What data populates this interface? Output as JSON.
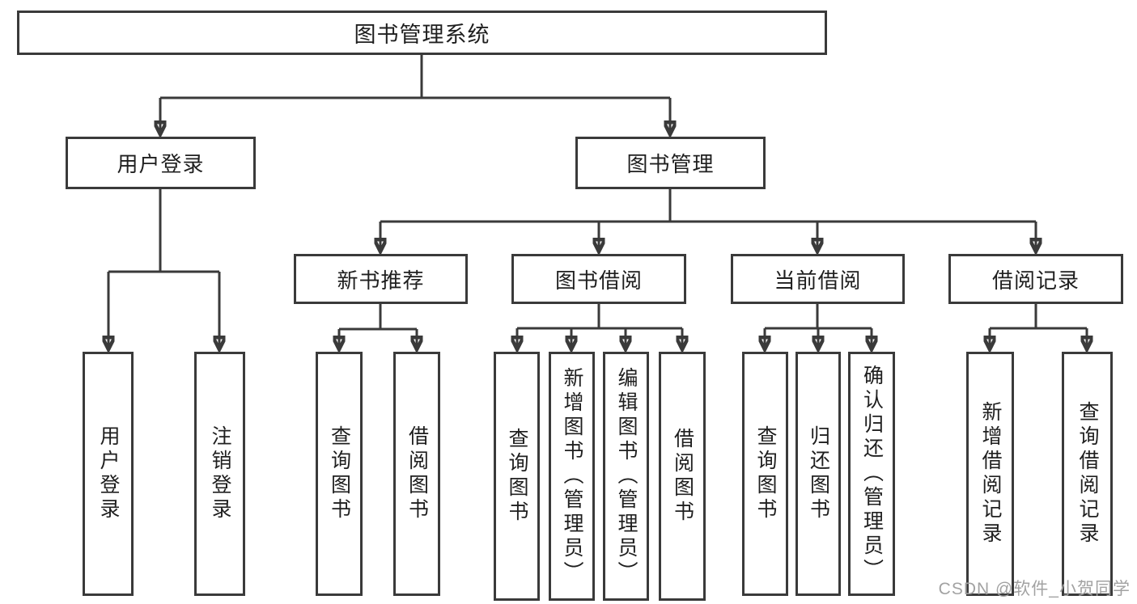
{
  "diagram": {
    "root": {
      "label": "图书管理系统"
    },
    "user_login": {
      "label": "用户登录",
      "children": [
        "用户登录",
        "注销登录"
      ]
    },
    "book_mgmt": {
      "label": "图书管理"
    },
    "new_books": {
      "label": "新书推荐",
      "children": [
        "查询图书",
        "借阅图书"
      ]
    },
    "book_borrow": {
      "label": "图书借阅",
      "children": [
        "查询图书",
        "新增图书（管理员）",
        "编辑图书（管理员）",
        "借阅图书"
      ]
    },
    "current_borrow": {
      "label": "当前借阅",
      "children": [
        "查询图书",
        "归还图书",
        "确认归还（管理员）"
      ]
    },
    "borrow_records": {
      "label": "借阅记录",
      "children": [
        "新增借阅记录",
        "查询借阅记录"
      ]
    }
  },
  "colors": {
    "line": "#3a3a3a",
    "text": "#1f1f1f",
    "watermark": "#a2a2a2"
  },
  "watermark": {
    "text": "CSDN @软件_小贺同学"
  }
}
